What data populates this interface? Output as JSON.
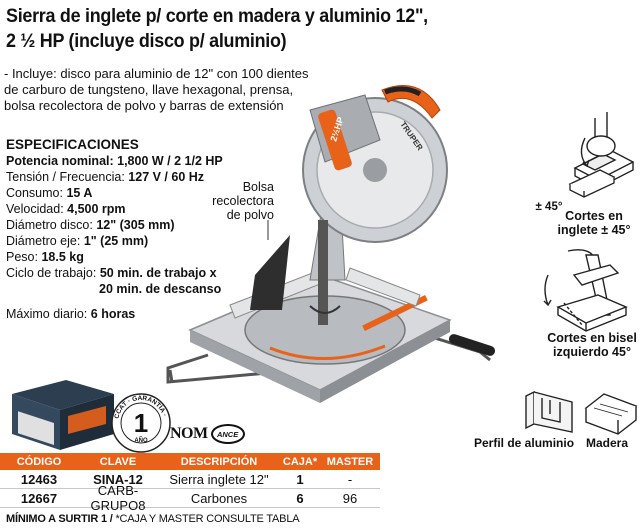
{
  "title": {
    "line1": "Sierra de inglete p/ corte en madera y aluminio 12\",",
    "line2": "2 ½ HP (incluye disco p/ aluminio)"
  },
  "includes": {
    "line1": "- Incluye: disco para aluminio de 12\" con 100 dientes",
    "line2": "de carburo de tungsteno, llave hexagonal, prensa,",
    "line3": "bolsa recolectora de polvo y barras de extensión"
  },
  "specs": {
    "heading": "ESPECIFICACIONES",
    "potencia": "Potencia nominal: 1,800 W / 2 1/2 HP",
    "tension_label": "Tensión / Frecuencia:",
    "tension_value": "127 V / 60 Hz",
    "consumo_label": "Consumo:",
    "consumo_value": "15 A",
    "velocidad_label": "Velocidad:",
    "velocidad_value": "4,500 rpm",
    "disco_label": "Diámetro disco:",
    "disco_value": "12\" (305 mm)",
    "eje_label": "Diámetro eje:",
    "eje_value": "1\" (25 mm)",
    "peso_label": "Peso:",
    "peso_value": "18.5 kg",
    "ciclo_label": "Ciclo de trabajo:",
    "ciclo_value1": "50 min. de trabajo x",
    "ciclo_value2": "20 min. de descanso",
    "maximo_label": "Máximo diario:",
    "maximo_value": "6 horas"
  },
  "callouts": {
    "bolsa": [
      "Bolsa",
      "recolectora",
      "de polvo"
    ],
    "angle_45": "± 45°",
    "inglete": [
      "Cortes en",
      "inglete ± 45°"
    ],
    "bisel": [
      "Cortes en bisel",
      "izquierdo 45°"
    ],
    "perfil": "Perfil de aluminio",
    "madera": "Madera"
  },
  "saw_label": "TRUPER",
  "saw_badge": "2½HP",
  "warranty": {
    "number": "1",
    "year": "AÑO",
    "ring": "CCAT · GARANTÍA ·"
  },
  "nom_logo": "NOM",
  "ance_logo": "ANCE",
  "table": {
    "headers": [
      "CÓDIGO",
      "CLAVE",
      "DESCRIPCIÓN",
      "CAJA*",
      "MASTER"
    ],
    "rows": [
      [
        "12463",
        "SINA-12",
        "Sierra inglete 12\"",
        "1",
        "-"
      ],
      [
        "12667",
        "CARB-GRUPO8",
        "Carbones",
        "6",
        "96"
      ]
    ]
  },
  "footer": {
    "bold": "MÍNIMO A SURTIR 1 / ",
    "normal": "*CAJA Y MASTER CONSULTE TABLA"
  },
  "colors": {
    "accent": "#e8621a",
    "saw_silver": "#c9ccd0",
    "saw_dark": "#3a3a3a"
  }
}
